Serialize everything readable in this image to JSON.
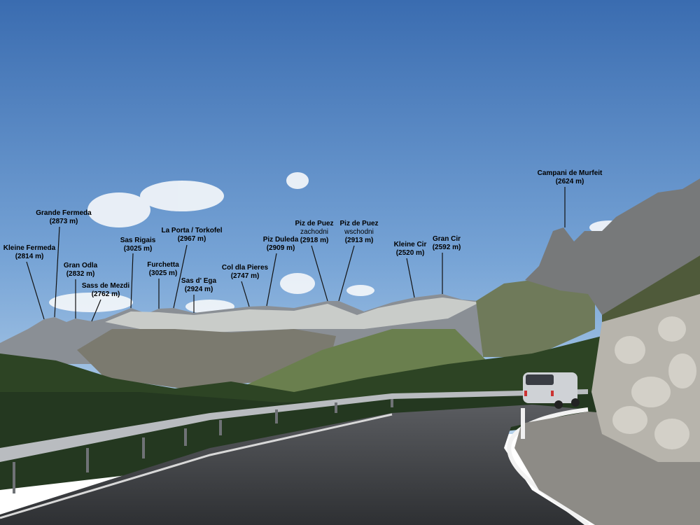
{
  "labels": [
    {
      "name": "Kleine Fermeda",
      "elevation": "(2814 m)"
    },
    {
      "name": "Grande Fermeda",
      "elevation": "(2873 m)"
    },
    {
      "name": "Gran Odla",
      "elevation": "(2832 m)"
    },
    {
      "name": "Sass de Mezdi",
      "elevation": "(2762 m)"
    },
    {
      "name": "Sas Rigais",
      "elevation": "(3025 m)"
    },
    {
      "name": "Furchetta",
      "elevation": "(3025 m)"
    },
    {
      "name": "La Porta / Torkofel",
      "elevation": "(2967 m)"
    },
    {
      "name": "Sas d' Ega",
      "elevation": "(2924 m)"
    },
    {
      "name": "Col dla Pieres",
      "elevation": "(2747 m)"
    },
    {
      "name": "Piz Duleda",
      "elevation": "(2909 m)"
    },
    {
      "name": "Piz de Puez",
      "sub": "zachodni",
      "elevation": "(2918 m)"
    },
    {
      "name": "Piz de Puez",
      "sub": "wschodni",
      "elevation": "(2913 m)"
    },
    {
      "name": "Kleine Cir",
      "elevation": "(2520 m)"
    },
    {
      "name": "Gran Cir",
      "elevation": "(2592 m)"
    },
    {
      "name": "Campani de Murfeit",
      "elevation": "(2624 m)"
    }
  ],
  "colors": {
    "sky_top": "#3a6cb0",
    "sky_horizon": "#b4d0ea",
    "road": "#3b3d40",
    "grass": "#2f4a24"
  }
}
